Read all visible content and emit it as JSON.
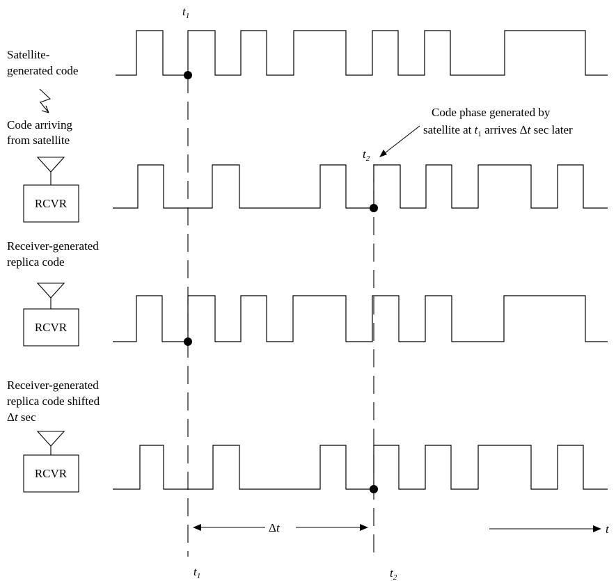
{
  "rows": [
    {
      "id": "satellite",
      "label_lines": [
        "Satellite-",
        "generated code"
      ],
      "has_receiver": false
    },
    {
      "id": "arriving",
      "label_lines": [
        "Code arriving",
        "from satellite"
      ],
      "has_receiver": true
    },
    {
      "id": "replica",
      "label_lines": [
        "Receiver-generated",
        "replica code"
      ],
      "has_receiver": true
    },
    {
      "id": "shifted",
      "label_lines": [
        "Receiver-generated",
        "replica code shifted"
      ],
      "label_delta": "Δ",
      "label_t": "t",
      "label_sec": " sec",
      "has_receiver": true
    }
  ],
  "receiver_label": "RCVR",
  "annotation": {
    "line1": "Code phase generated by",
    "line2_a": "satellite at ",
    "t": "t",
    "sub1": "1",
    "line2_b": " arrives ",
    "delta": "Δ",
    "line2_c": " sec later"
  },
  "time_markers": {
    "t": "t",
    "sub1": "1",
    "sub2": "2"
  },
  "delta_label": {
    "delta": "Δ",
    "t": "t"
  },
  "axis_label": "t"
}
